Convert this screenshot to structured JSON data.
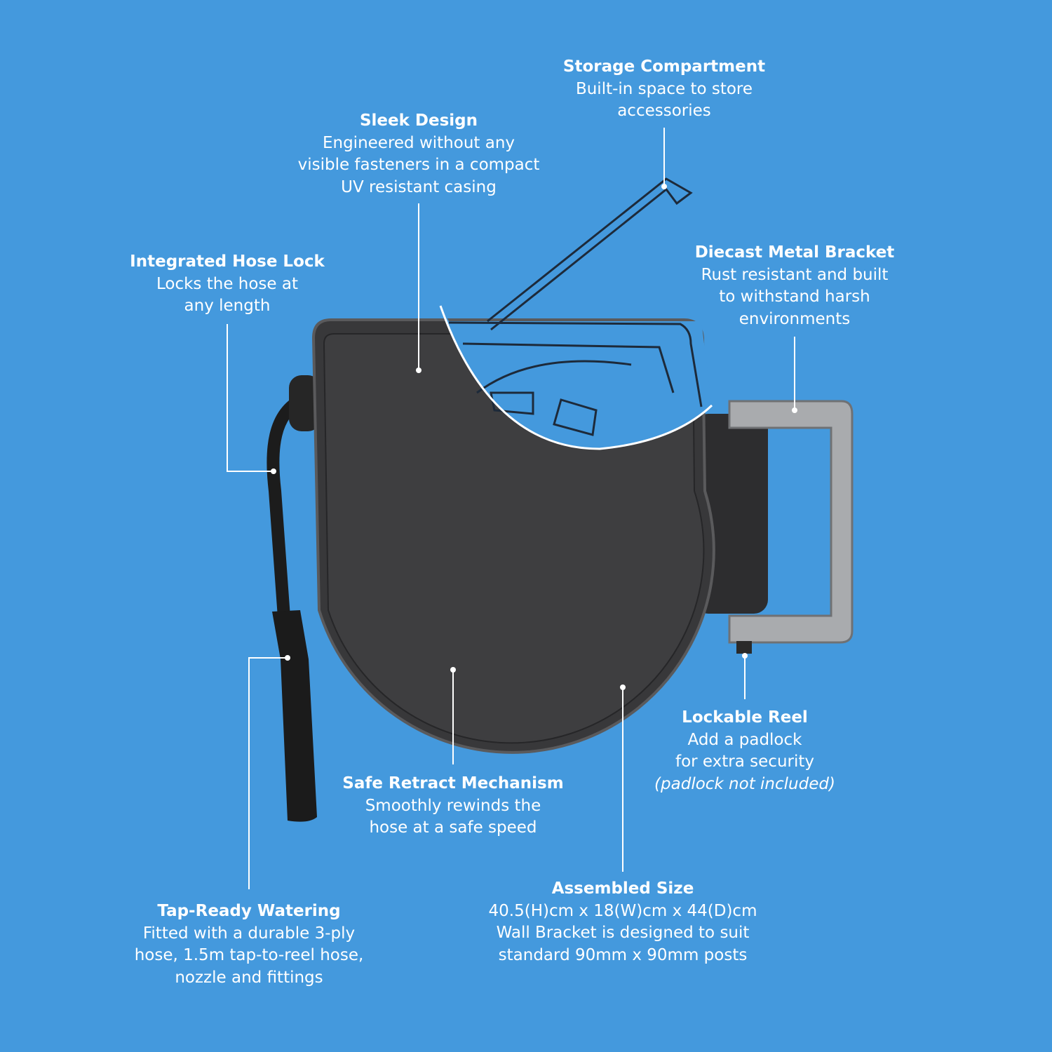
{
  "colors": {
    "background": "#4499dd",
    "body": "#3a3a3c",
    "accent": "#ffffff",
    "bracket": "#a9abae"
  },
  "callouts": {
    "storage": {
      "title": "Storage Compartment",
      "lines": [
        "Built-in space to store",
        "accessories"
      ]
    },
    "sleek": {
      "title": "Sleek Design",
      "lines": [
        "Engineered without any",
        "visible fasteners in a compact",
        "UV resistant casing"
      ]
    },
    "hose_lock": {
      "title": "Integrated Hose Lock",
      "lines": [
        "Locks the hose at",
        "any length"
      ]
    },
    "bracket": {
      "title": "Diecast Metal Bracket",
      "lines": [
        "Rust resistant and built",
        "to withstand harsh",
        "environments"
      ]
    },
    "lockable": {
      "title": "Lockable Reel",
      "lines": [
        "Add a padlock",
        "for extra security"
      ],
      "note": "(padlock not included)"
    },
    "retract": {
      "title": "Safe Retract Mechanism",
      "lines": [
        "Smoothly rewinds the",
        "hose at a safe speed"
      ]
    },
    "size": {
      "title": "Assembled Size",
      "lines": [
        "40.5(H)cm x 18(W)cm x 44(D)cm",
        "Wall Bracket is designed to suit",
        "standard 90mm x 90mm posts"
      ]
    },
    "tap": {
      "title": "Tap-Ready Watering",
      "lines": [
        "Fitted with a durable 3-ply",
        "hose, 1.5m tap-to-reel hose,",
        "nozzle and fittings"
      ]
    }
  }
}
